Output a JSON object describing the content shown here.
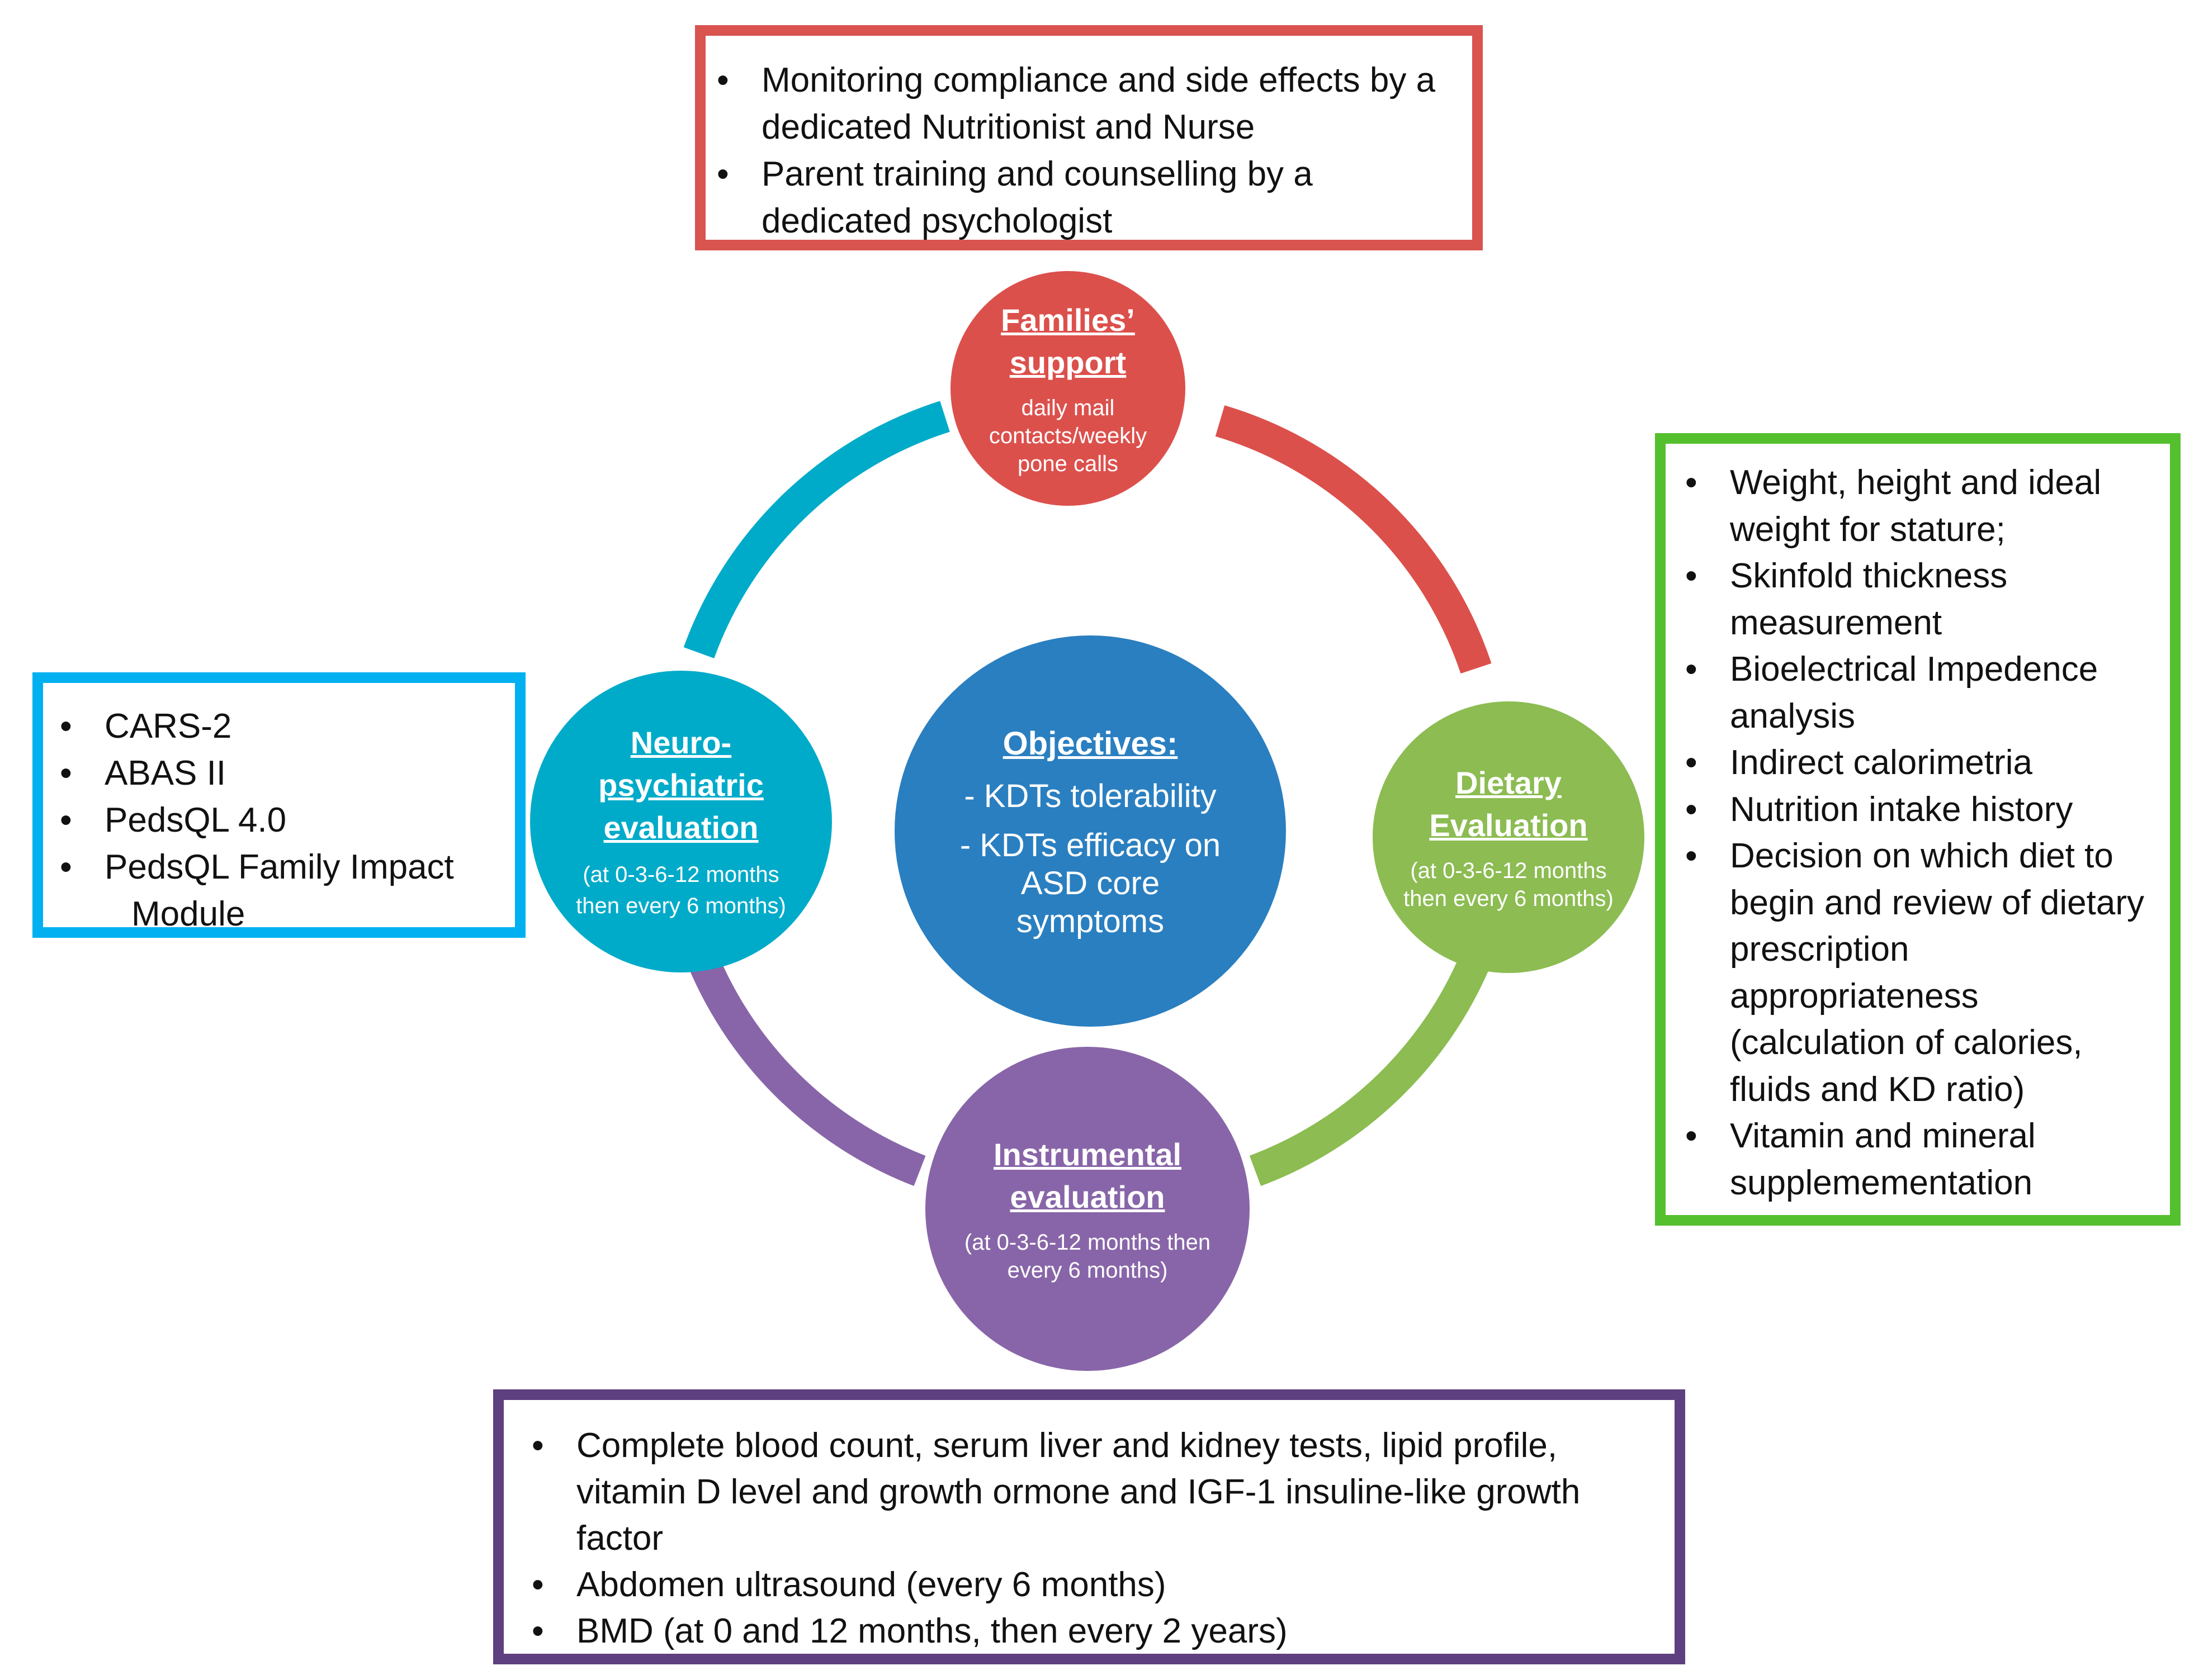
{
  "colors": {
    "families": "#dc504c",
    "neuro": "#00abc9",
    "dietary": "#8cbc52",
    "instrumental": "#8865a8",
    "objectives": "#2a7fc0",
    "box_top_border": "#d9534f",
    "box_left_border": "#00b0f0",
    "box_right_border": "#55c02e",
    "box_bottom_border": "#5e3f7f"
  },
  "center": {
    "title": "Objectives:",
    "items": [
      "- KDTs tolerability",
      "- KDTs efficacy on ASD core symptoms"
    ]
  },
  "nodes": {
    "families": {
      "title": "Families’ support",
      "subtitle": "daily mail contacts/weekly pone calls"
    },
    "neuro": {
      "title": "Neuro-psychiatric evaluation",
      "subtitle": "(at 0-3-6-12 months then every 6 months)"
    },
    "dietary": {
      "title": "Dietary Evaluation",
      "subtitle": "(at 0-3-6-12 months then every 6 months)"
    },
    "instrumental": {
      "title": "Instrumental evaluation",
      "subtitle": "(at 0-3-6-12 months then every 6 months)"
    }
  },
  "boxes": {
    "top": [
      "Monitoring compliance and side effects by a dedicated Nutritionist and Nurse",
      "Parent training and counselling by a dedicated psychologist"
    ],
    "left": [
      "CARS-2",
      "ABAS II",
      "PedsQL 4.0",
      "PedsQL Family Impact",
      "Module"
    ],
    "right": [
      "Weight, height and ideal weight for stature;",
      "Skinfold thickness measurement",
      "Bioelectrical Impedence analysis",
      "Indirect calorimetria",
      "Nutrition intake history",
      "Decision on which diet to begin and review of dietary prescription appropriateness (calculation of calories, fluids and KD ratio)",
      "Vitamin and mineral supplemementation"
    ],
    "bottom": [
      "Complete blood count, serum liver and kidney tests, lipid profile, vitamin D level and growth ormone and IGF-1 insuline-like growth factor",
      "Abdomen ultrasound (every 6 months)",
      "BMD (at 0 and 12 months, then every 2 years)"
    ]
  }
}
